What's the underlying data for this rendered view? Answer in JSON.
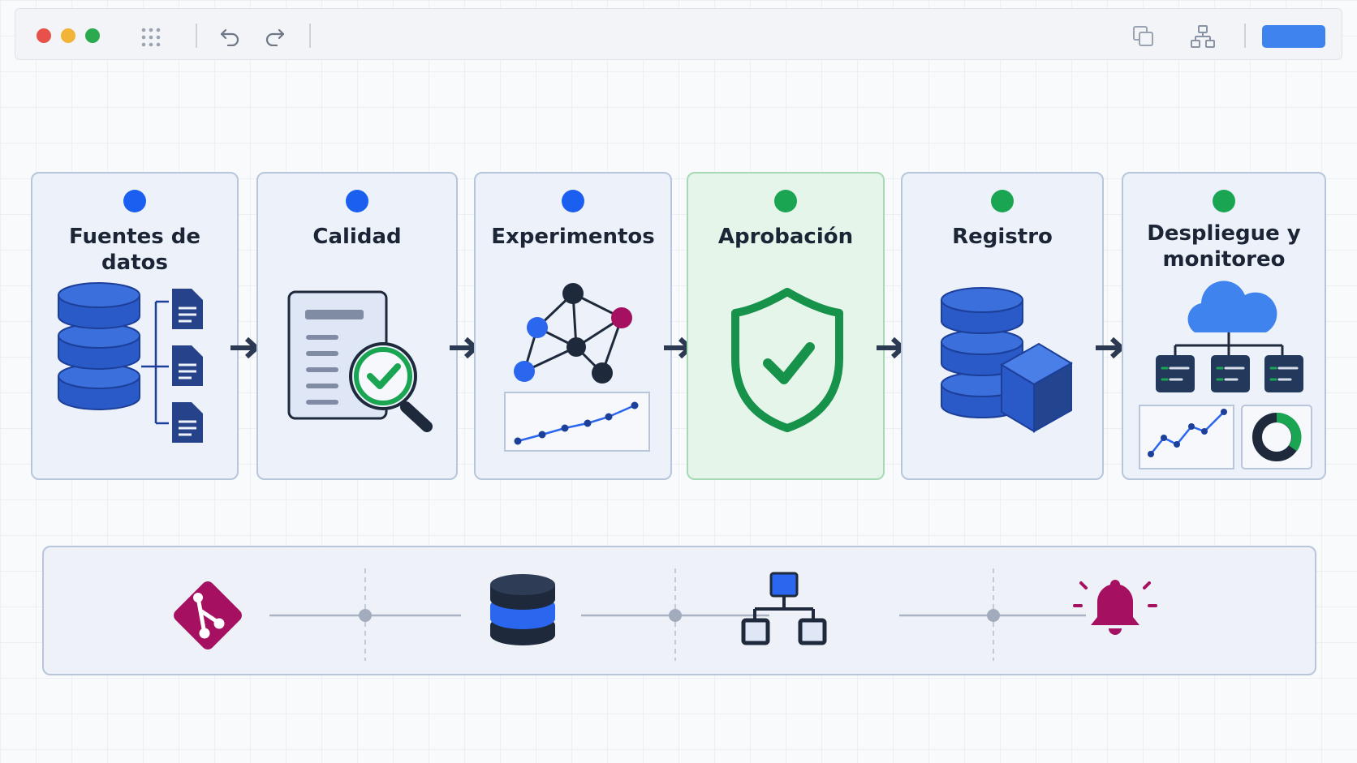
{
  "toolbar": {
    "window_controls": [
      "close-dot",
      "minimize-dot",
      "maximize-dot"
    ],
    "left_icons": [
      "grid-apps-icon",
      "undo-icon",
      "redo-icon"
    ],
    "right_icons": [
      "duplicate-icon",
      "hierarchy-icon"
    ],
    "colors": {
      "close": "#e8514a",
      "minimize": "#f2b437",
      "maximize": "#2aa94f",
      "primary_button": "#3f83ee"
    }
  },
  "pipeline": {
    "stages": [
      {
        "title": "Fuentes de datos",
        "dot_color": "#1a5ff0",
        "icon": "database-files-icon"
      },
      {
        "title": "Calidad",
        "dot_color": "#1a5ff0",
        "icon": "quality-check-icon"
      },
      {
        "title": "Experimentos",
        "dot_color": "#1a5ff0",
        "icon": "experiment-graph-icon"
      },
      {
        "title": "Aprobación",
        "dot_color": "#1aa552",
        "icon": "shield-check-icon"
      },
      {
        "title": "Registro",
        "dot_color": "#1aa552",
        "icon": "database-cube-icon"
      },
      {
        "title_lines": [
          "Despliegue y",
          "monitoreo"
        ],
        "dot_color": "#1aa552",
        "icon": "cloud-deploy-monitor-icon"
      }
    ]
  },
  "tools_bar": {
    "icons": [
      "git-icon",
      "database-icon",
      "org-chart-icon",
      "bell-alert-icon"
    ],
    "colors": {
      "git": "#a51060",
      "database_dark": "#1e2a3c",
      "database_accent": "#2a66ee",
      "org": "#2a66ee",
      "bell": "#a51060"
    }
  }
}
